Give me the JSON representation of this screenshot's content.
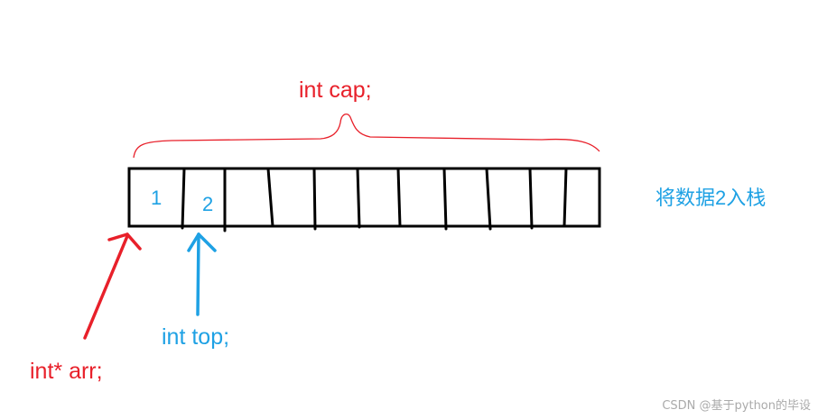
{
  "labels": {
    "cap": "int cap;",
    "arr": "int* arr;",
    "top": "int top;",
    "action": "将数据2入栈"
  },
  "cells": [
    "1",
    "2",
    "",
    "",
    "",
    "",
    "",
    "",
    "",
    "",
    ""
  ],
  "watermark": "CSDN @基于python的毕设",
  "colors": {
    "red": "#e8202a",
    "blue": "#1ea1e4",
    "black": "#000000",
    "watermark": "#aaaaaa"
  },
  "icons": {
    "arr_pointer": "arrow-up-right",
    "top_pointer": "arrow-up",
    "cap_span": "curly-brace"
  }
}
